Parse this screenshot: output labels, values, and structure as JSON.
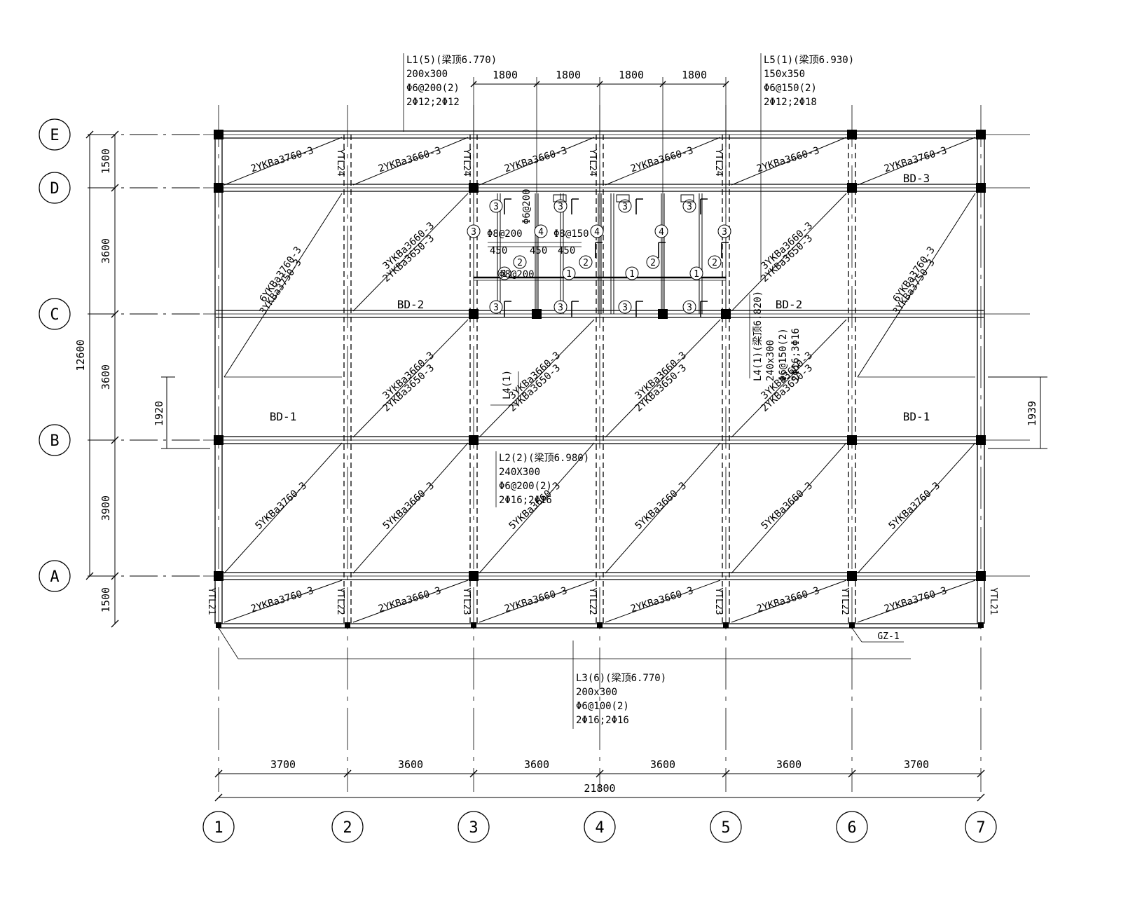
{
  "columns": [
    {
      "id": "1",
      "label": "1"
    },
    {
      "id": "2",
      "label": "2"
    },
    {
      "id": "3",
      "label": "3"
    },
    {
      "id": "4",
      "label": "4"
    },
    {
      "id": "5",
      "label": "5"
    },
    {
      "id": "6",
      "label": "6"
    },
    {
      "id": "7",
      "label": "7"
    }
  ],
  "rows": [
    {
      "id": "E",
      "label": "E"
    },
    {
      "id": "D",
      "label": "D"
    },
    {
      "id": "C",
      "label": "C"
    },
    {
      "id": "B",
      "label": "B"
    },
    {
      "id": "A",
      "label": "A"
    }
  ],
  "bottom_dims": [
    "3700",
    "3600",
    "3600",
    "3600",
    "3600",
    "3700"
  ],
  "bottom_total": "21800",
  "left_dims": [
    "1500",
    "3600",
    "3600",
    "3900",
    "1500"
  ],
  "left_total": "12600",
  "top_dims": [
    "1800",
    "1800",
    "1800",
    "1800"
  ],
  "side_dims": {
    "left": "1920",
    "right": "1939"
  },
  "beam_labels": {
    "L1": [
      "L1(5)(梁顶6.770)",
      "200x300",
      "Φ6@200(2)",
      "2Φ12;2Φ12"
    ],
    "L5": [
      "L5(1)(梁顶6.930)",
      "150x350",
      "Φ6@150(2)",
      "2Φ12;2Φ18"
    ],
    "L2": [
      "L2(2)(梁顶6.980)",
      "240X300",
      "Φ6@200(2)",
      "2Φ16;2Φ16"
    ],
    "L3": [
      "L3(6)(梁顶6.770)",
      "200x300",
      "Φ6@100(2)",
      "2Φ16;2Φ16"
    ],
    "L4v": [
      "L4(1)(梁顶6.820)",
      "240x300",
      "Φ6@150(2)",
      "2Φ16;3Φ16"
    ],
    "L4short": "L4(1)"
  },
  "slabs": {
    "E1": "2YKBa3760-3",
    "E2": "2YKBa3660-3",
    "E3": "2YKBa3660-3",
    "E4": "2YKBa3660-3",
    "E5": "2YKBa3660-3",
    "E6": "2YKBa3760-3",
    "C2a": "3YKBa3660-3",
    "C2b": "2YKBa3650-3",
    "C5a": "3YKBa3660-3",
    "C5b": "2YKBa3650-3",
    "BC1a": "6YKBa3760-3",
    "BC1b": "3YKBa3750-3",
    "BC6a": "6YKBa3760-3",
    "BC6b": "3YKBa3750-3",
    "B2a": "3YKBa3660-3",
    "B2b": "2YKBa3650-3",
    "B3a": "3YKBa3660-3",
    "B3b": "2YKBa3650-3",
    "B4a": "3YKBa3660-3",
    "B4b": "2YKBa3650-3",
    "B5a": "3YKBa3660-3",
    "B5b": "2YKBa3650-3",
    "A1": "5YKBa3760-3",
    "A2": "5YKBa3660-3",
    "A3": "5YKBa3660-3",
    "A4": "5YKBa3660-3",
    "A5": "5YKBa3660-3",
    "A6": "5YKBa3760-3",
    "S1": "2YKBa3760-3",
    "S2": "2YKBa3660-3",
    "S3": "2YKBa3660-3",
    "S4": "2YKBa3660-3",
    "S5": "2YKBa3660-3",
    "S6": "2YKBa3760-3"
  },
  "bd": {
    "bd3": "BD-3",
    "bd2": "BD-2",
    "bd1": "BD-1"
  },
  "ytl": {
    "top": "YTL24",
    "bot1": "YTL21",
    "bot2": "YTL22",
    "bot3": "YTL23",
    "gz": "GZ-1"
  },
  "rebar": {
    "r1": "Φ8@200",
    "r2": "Φ8@150",
    "r3": "Φ6@200",
    "r4": "Φ8@200",
    "d450a": "450",
    "d450b": "450",
    "d450c": "450",
    "c1": "1",
    "c2": "2",
    "c3": "3",
    "c4": "4"
  }
}
